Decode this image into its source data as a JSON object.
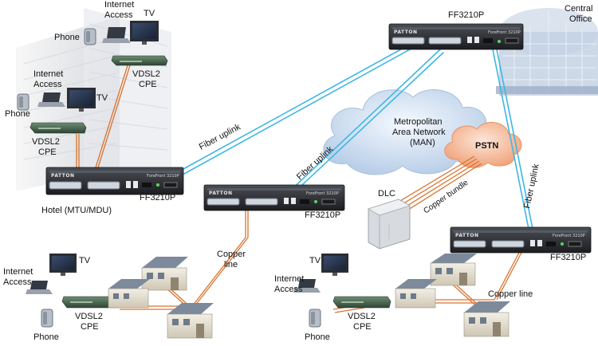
{
  "labels": {
    "central_office": [
      "Central",
      "Office"
    ],
    "ff3210p": "FF3210P",
    "hotel": "Hotel (MTU/MDU)",
    "man": [
      "Metropolitan",
      "Area Network",
      "(MAN)"
    ],
    "pstn": "PSTN",
    "dlc": "DLC",
    "copper_bundle": "Copper bundle",
    "fiber_uplink": "Fiber uplink",
    "copper_line": "Copper line",
    "copper_line_split": [
      "Copper",
      "line"
    ],
    "tv": "TV",
    "phone": "Phone",
    "internet_access": [
      "Internet",
      "Access"
    ],
    "vdsl2_cpe": [
      "VDSL2",
      "CPE"
    ],
    "brand": "PATTON",
    "model_badge": "ForeFront 3210P"
  },
  "colors": {
    "fiber": "#3fb6e6",
    "copper": "#d9732e",
    "chassis": "#2c2e33",
    "cpe": "#4f6e55",
    "cloud": "#dde9f6",
    "pstn_cloud": "#f7c2a6"
  }
}
